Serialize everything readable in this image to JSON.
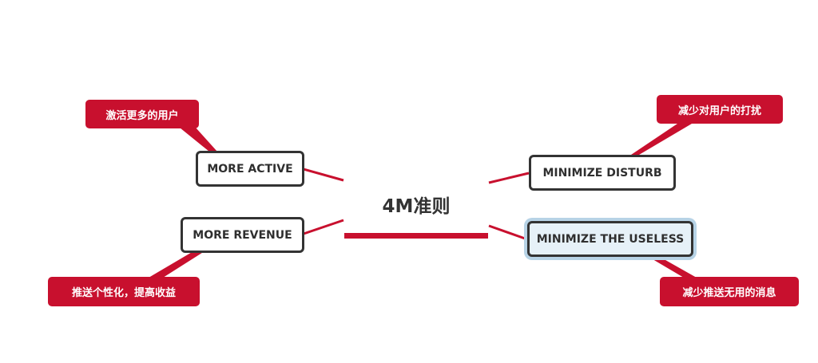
{
  "center": {
    "title": "4M准则"
  },
  "branches": {
    "more_active": {
      "label": "MORE ACTIVE",
      "note": "激活更多的用户"
    },
    "more_revenue": {
      "label": "MORE REVENUE",
      "note": "推送个性化，提高收益"
    },
    "minimize_disturb": {
      "label": "MINIMIZE  DISTURB",
      "note": "减少对用户的打扰"
    },
    "minimize_useless": {
      "label": "MINIMIZE THE USELESS",
      "note": "减少推送无用的消息"
    }
  },
  "colors": {
    "accent": "#c8102e",
    "node_border": "#333333",
    "selected_fill": "#e6f1f8",
    "selected_glow": "#b7d3e6"
  }
}
